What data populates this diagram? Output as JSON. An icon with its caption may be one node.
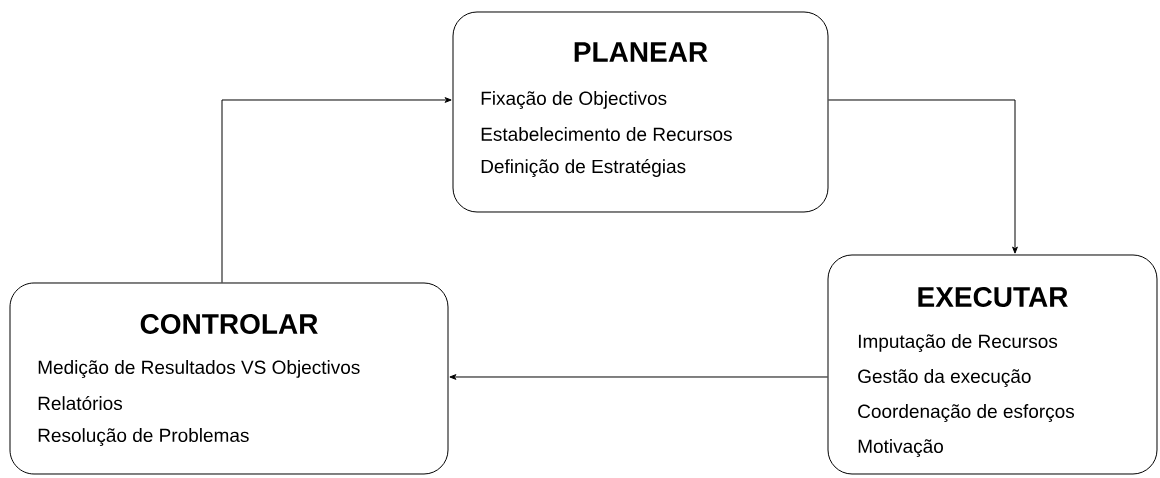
{
  "diagram": {
    "nodes": [
      {
        "text": [
          "PLANEAR",
          "Fixação de Objectivos",
          "Estabelecimento de Recursos",
          "Definição de Estratégias"
        ]
      },
      {
        "text": [
          "EXECUTAR",
          "Imputação de Recursos",
          "Gestão da execução",
          "Coordenação de esforços",
          "Motivação"
        ]
      },
      {
        "text": [
          "CONTROLAR",
          "Medição de Resultados VS Objectivos",
          "Relatórios",
          "Resolução de Problemas"
        ]
      }
    ],
    "edges": [
      {
        "from": 0,
        "to": 1,
        "arrow": "to"
      },
      {
        "from": 1,
        "to": 2,
        "arrow": "to"
      },
      {
        "from": 2,
        "to": 0,
        "arrow": "to"
      }
    ]
  }
}
